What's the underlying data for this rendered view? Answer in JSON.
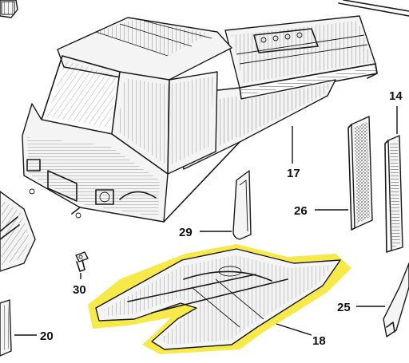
{
  "parts": [
    {
      "id": "p14",
      "number": "14",
      "name": "part-14-door-seal"
    },
    {
      "id": "p17",
      "number": "17",
      "name": "part-17-cab-body"
    },
    {
      "id": "p18",
      "number": "18",
      "name": "part-18-floor-panel"
    },
    {
      "id": "p20",
      "number": "20",
      "name": "part-20-side-panel"
    },
    {
      "id": "p25",
      "number": "25",
      "name": "part-25-pillar"
    },
    {
      "id": "p26",
      "number": "26",
      "name": "part-26-insulation-strip"
    },
    {
      "id": "p29",
      "number": "29",
      "name": "part-29-bracket"
    },
    {
      "id": "p30",
      "number": "30",
      "name": "part-30-bolt"
    }
  ],
  "colors": {
    "highlight": "#f7e94a",
    "ink": "#1a1a1a",
    "paper": "#ffffff"
  }
}
